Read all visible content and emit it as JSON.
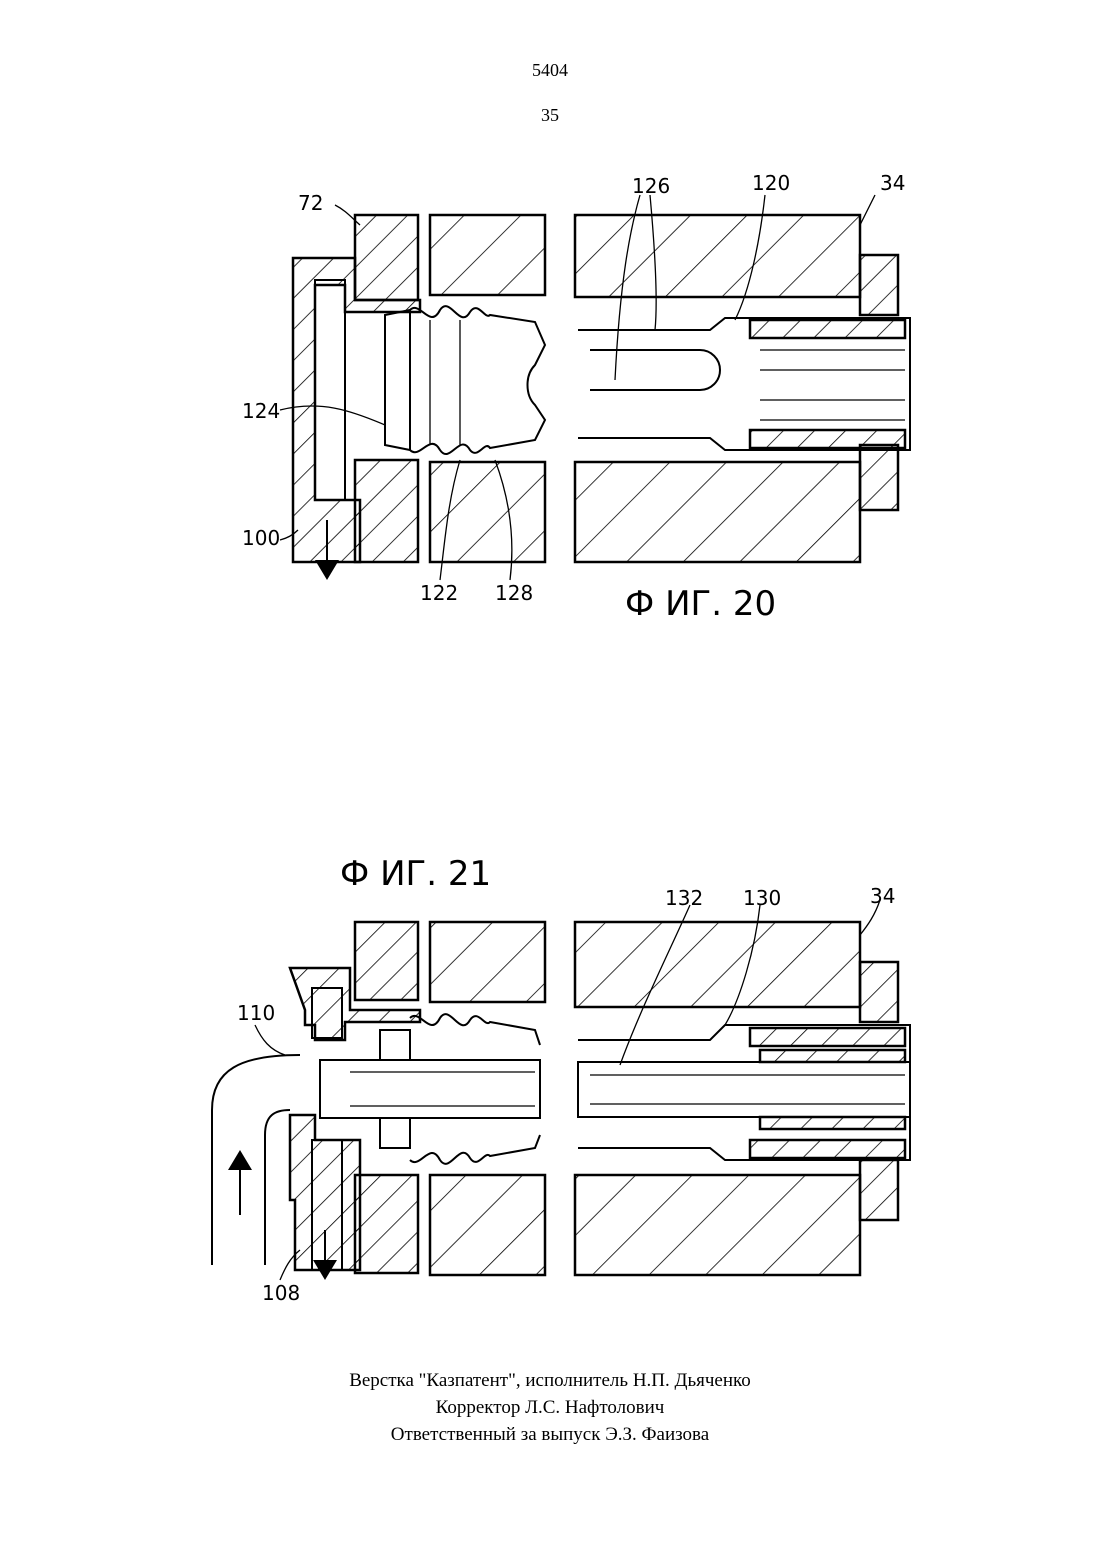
{
  "header": {
    "patent_number": "5404",
    "page_number": "35"
  },
  "figure_20": {
    "caption": "Ф ИГ. 20",
    "labels": {
      "l72": "72",
      "l126": "126",
      "l120": "120",
      "l34": "34",
      "l124": "124",
      "l100": "100",
      "l122": "122",
      "l128": "128"
    }
  },
  "figure_21": {
    "caption": "Ф ИГ. 21",
    "labels": {
      "l132": "132",
      "l130": "130",
      "l34": "34",
      "l110": "110",
      "l108": "108"
    }
  },
  "footer": {
    "line1": "Верстка \"Казпатент\",  исполнитель  Н.П. Дьяченко",
    "line2": "Корректор Л.С. Нафтолович",
    "line3": "Ответственный  за выпуск  Э.З. Фаизова"
  }
}
